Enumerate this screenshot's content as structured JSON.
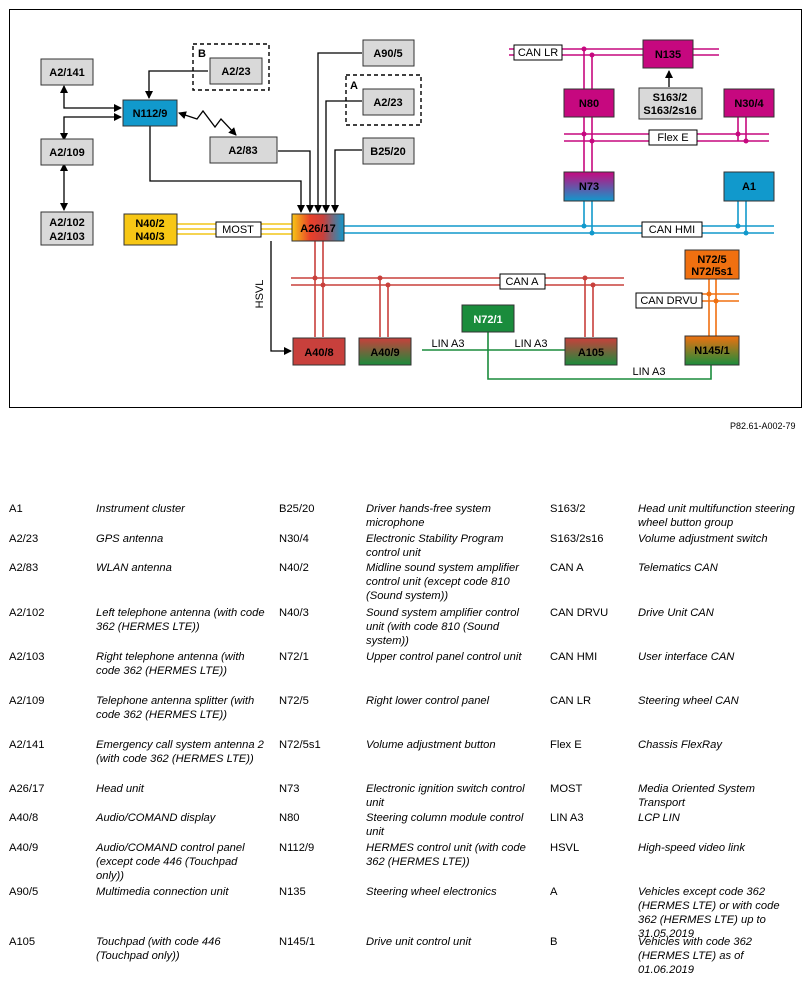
{
  "diagram": {
    "nodes": {
      "a2_141": "A2/141",
      "a2_109": "A2/109",
      "a2_102": "A2/102",
      "a2_103": "A2/103",
      "n112_9": "N112/9",
      "a2_23_b": "A2/23",
      "a2_83": "A2/83",
      "a90_5": "A90/5",
      "a2_23_a": "A2/23",
      "b25_20": "B25/20",
      "n40_2": "N40/2",
      "n40_3": "N40/3",
      "a26_17": "A26/17",
      "a40_8": "A40/8",
      "a40_9": "A40/9",
      "n72_1": "N72/1",
      "a105": "A105",
      "n135": "N135",
      "s163_2": "S163/2",
      "s163_2s16": "S163/2s16",
      "n80": "N80",
      "n30_4": "N30/4",
      "n73": "N73",
      "a1": "A1",
      "n72_5": "N72/5",
      "n72_5s1": "N72/5s1",
      "n145_1": "N145/1"
    },
    "group_labels": {
      "b": "B",
      "a": "A"
    },
    "bus_labels": {
      "can_lr": "CAN LR",
      "flex_e": "Flex E",
      "most": "MOST",
      "can_hmi": "CAN HMI",
      "can_a": "CAN A",
      "can_drvu": "CAN DRVU",
      "lin_a3_1": "LIN A3",
      "lin_a3_2": "LIN A3",
      "lin_a3_3": "LIN A3",
      "hsvl": "HSVL"
    },
    "colors": {
      "gray_box": "#d9d9d9",
      "blue": "#1199cc",
      "magenta": "#c6087f",
      "yellow": "#f7c715",
      "red": "#c8403c",
      "green": "#1a8c3c",
      "orange": "#f07010"
    }
  },
  "reference": "P82.61-A002-79",
  "legend": [
    {
      "code": "A1",
      "desc": "Instrument cluster"
    },
    {
      "code": "A2/23",
      "desc": "GPS antenna"
    },
    {
      "code": "A2/83",
      "desc": "WLAN antenna"
    },
    {
      "code": "A2/102",
      "desc": "Left telephone antenna (with code 362 (HERMES LTE))"
    },
    {
      "code": "A2/103",
      "desc": "Right telephone antenna (with code 362 (HERMES LTE))"
    },
    {
      "code": "A2/109",
      "desc": "Telephone antenna splitter (with code 362 (HERMES LTE))"
    },
    {
      "code": "A2/141",
      "desc": "Emergency call system antenna 2 (with code 362 (HERMES LTE))"
    },
    {
      "code": "A26/17",
      "desc": "Head unit"
    },
    {
      "code": "A40/8",
      "desc": "Audio/COMAND display"
    },
    {
      "code": "A40/9",
      "desc": "Audio/COMAND control panel (except code 446 (Touchpad only))"
    },
    {
      "code": "A90/5",
      "desc": "Multimedia connection unit"
    },
    {
      "code": "A105",
      "desc": "Touchpad (with code 446 (Touchpad only))"
    },
    {
      "code": "B25/20",
      "desc": "Driver hands-free system microphone"
    },
    {
      "code": "N30/4",
      "desc": "Electronic Stability Program control unit"
    },
    {
      "code": "N40/2",
      "desc": "Midline sound system amplifier control unit (except code 810 (Sound system))"
    },
    {
      "code": "N40/3",
      "desc": "Sound system amplifier control unit (with code 810 (Sound system))"
    },
    {
      "code": "N72/1",
      "desc": "Upper control panel control unit"
    },
    {
      "code": "N72/5",
      "desc": "Right lower control panel"
    },
    {
      "code": "N72/5s1",
      "desc": "Volume adjustment button"
    },
    {
      "code": "N73",
      "desc": "Electronic ignition switch control unit"
    },
    {
      "code": "N80",
      "desc": "Steering column module control unit"
    },
    {
      "code": "N112/9",
      "desc": "HERMES control unit (with code 362 (HERMES LTE))"
    },
    {
      "code": "N135",
      "desc": "Steering wheel electronics"
    },
    {
      "code": "N145/1",
      "desc": "Drive unit control unit"
    },
    {
      "code": "S163/2",
      "desc": "Head unit multifunction steering wheel button group"
    },
    {
      "code": "S163/2s16",
      "desc": "Volume adjustment switch"
    },
    {
      "code": "CAN A",
      "desc": "Telematics CAN"
    },
    {
      "code": "CAN DRVU",
      "desc": "Drive Unit CAN"
    },
    {
      "code": "CAN HMI",
      "desc": "User interface CAN"
    },
    {
      "code": "CAN LR",
      "desc": "Steering wheel CAN"
    },
    {
      "code": "Flex E",
      "desc": "Chassis FlexRay"
    },
    {
      "code": "MOST",
      "desc": "Media Oriented System Transport"
    },
    {
      "code": "LIN A3",
      "desc": "LCP LIN"
    },
    {
      "code": "HSVL",
      "desc": "High-speed video link"
    },
    {
      "code": "A",
      "desc": "Vehicles except code 362 (HERMES LTE) or with code 362 (HERMES LTE) up to 31.05.2019"
    },
    {
      "code": "B",
      "desc": "Vehicles with code 362 (HERMES LTE) as of 01.06.2019"
    }
  ]
}
